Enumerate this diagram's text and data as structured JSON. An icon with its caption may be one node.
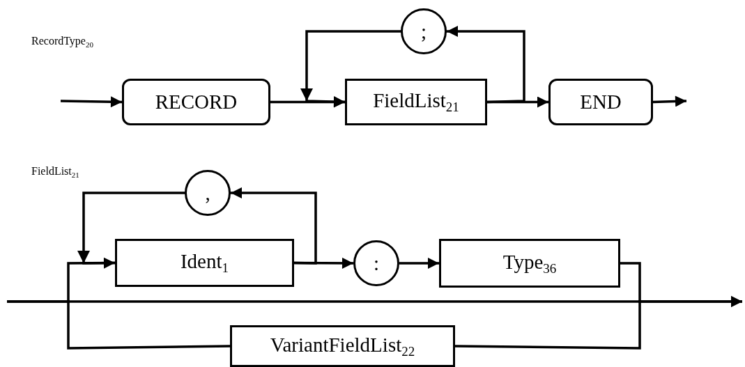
{
  "diagram": {
    "nodes": [
      {
        "text": [
          "RECORD"
        ]
      },
      {
        "text": [
          ";"
        ]
      },
      {
        "text": [
          "FieldList$_{21}$"
        ]
      },
      {
        "text": [
          "END"
        ]
      },
      {
        "text": [
          ","
        ]
      },
      {
        "text": [
          "Ident$_{1}$"
        ]
      },
      {
        "text": [
          ":"
        ]
      },
      {
        "text": [
          "Type$_{36}$"
        ]
      },
      {
        "text": [
          "VariantFieldList$_{22}$"
        ]
      }
    ],
    "edges": [
      {
        "from": null,
        "to": 0,
        "arrow": "to"
      },
      {
        "from": 0,
        "to": 2,
        "arrow": "to"
      },
      {
        "from": 1,
        "to": 2,
        "arrow": "to"
      },
      {
        "from": 2,
        "to": 1,
        "arrow": "to"
      },
      {
        "from": 2,
        "to": 3,
        "arrow": "to"
      },
      {
        "from": 3,
        "to": null,
        "arrow": "to"
      },
      {
        "from": null,
        "to": 5,
        "arrow": "none"
      },
      {
        "from": null,
        "to": 8,
        "arrow": "none"
      },
      {
        "from": 4,
        "to": 5,
        "arrow": "to"
      },
      {
        "from": 5,
        "to": 4,
        "arrow": "to"
      },
      {
        "from": 5,
        "to": 6,
        "arrow": "to"
      },
      {
        "from": 6,
        "to": 7,
        "arrow": "to"
      },
      {
        "from": 7,
        "to": null,
        "arrow": "to"
      },
      {
        "from": 8,
        "to": null,
        "arrow": "to"
      }
    ],
    "labels": [
      "RecordType$_{20}$",
      "FieldList$_{21}$"
    ]
  }
}
